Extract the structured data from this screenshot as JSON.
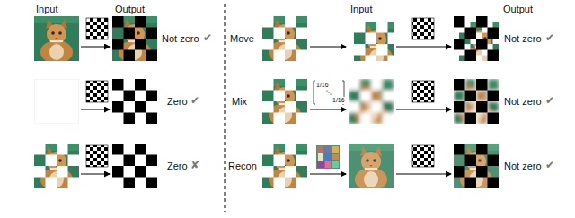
{
  "diagram": {
    "labels": [
      "Input",
      "Output",
      "Not zero",
      "✔",
      "Zero",
      "✔",
      "Zero",
      "✘",
      "Input",
      "Output",
      "Move",
      "Mix",
      "Recon",
      "1/16",
      "1/16",
      "Not zero",
      "✔",
      "Not zero",
      "✔",
      "Not zero",
      "✔"
    ]
  }
}
